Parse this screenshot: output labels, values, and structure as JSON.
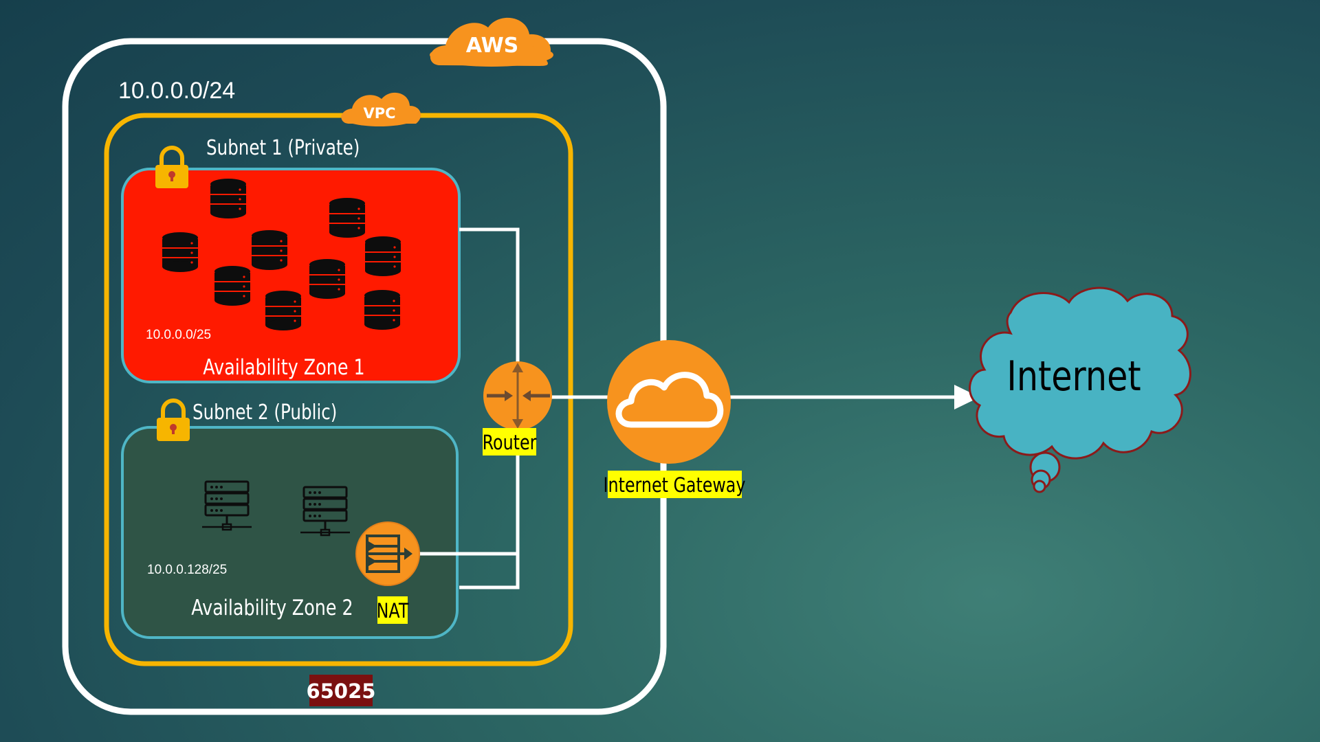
{
  "aws": {
    "label": "AWS"
  },
  "vpc": {
    "label": "VPC",
    "cidr": "10.0.0.0/24",
    "asn": "65025"
  },
  "subnet1": {
    "title": "Subnet 1 (Private)",
    "cidr": "10.0.0.0/25",
    "zone": "Availability Zone 1"
  },
  "subnet2": {
    "title": "Subnet 2 (Public)",
    "cidr": "10.0.0.128/25",
    "zone": "Availability Zone 2"
  },
  "router": {
    "label": "Router"
  },
  "nat": {
    "label": "NAT"
  },
  "gateway": {
    "label": "Internet Gateway"
  },
  "internet": {
    "label": "Internet"
  },
  "colors": {
    "aws_orange": "#f7931e",
    "vpc_yellow": "#f7b500",
    "private_red": "#ff1a00",
    "public_green": "#2f5446",
    "highlight_yellow": "#ffff00",
    "internet_blue": "#48b3c3",
    "asn_maroon": "#7a1010"
  },
  "icons": {
    "lock": "padlock-icon",
    "database": "database-icon",
    "server": "server-icon",
    "router": "router-icon",
    "nat": "nat-gateway-icon",
    "gateway": "cloud-icon"
  }
}
